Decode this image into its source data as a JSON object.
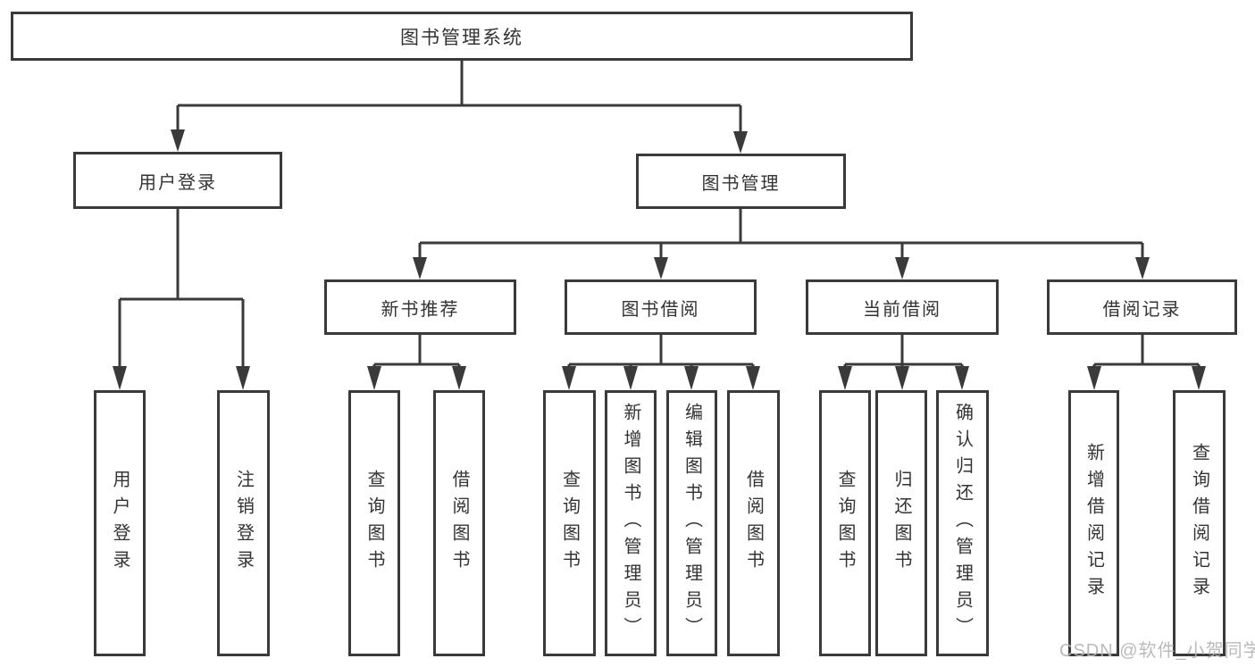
{
  "nodes": {
    "root": "图书管理系统",
    "level2": {
      "user_login": "用户登录",
      "book_management": "图书管理"
    },
    "level3": {
      "new_book_recommend": "新书推荐",
      "book_borrowing": "图书借阅",
      "current_borrowing": "当前借阅",
      "borrowing_records": "借阅记录"
    },
    "leaves": {
      "user_login": "用户登录",
      "logout": "注销登录",
      "recommend_query_book": "查询图书",
      "recommend_borrow_book": "借阅图书",
      "borrowing_query_book": "查询图书",
      "borrowing_add_book_admin": "新增图书（管理员）",
      "borrowing_edit_book_admin": "编辑图书（管理员）",
      "borrowing_borrow_book": "借阅图书",
      "current_query_book": "查询图书",
      "current_return_book": "归还图书",
      "current_confirm_return_admin": "确认归还（管理员）",
      "records_add_record": "新增借阅记录",
      "records_query_record": "查询借阅记录"
    }
  },
  "watermark": "CSDN @软件_小贺同学",
  "colors": {
    "line": "#3a3a3a",
    "text": "#333333",
    "box_background": "#ffffff",
    "page_background": "#ffffff",
    "watermark": "#b5b5b5"
  }
}
